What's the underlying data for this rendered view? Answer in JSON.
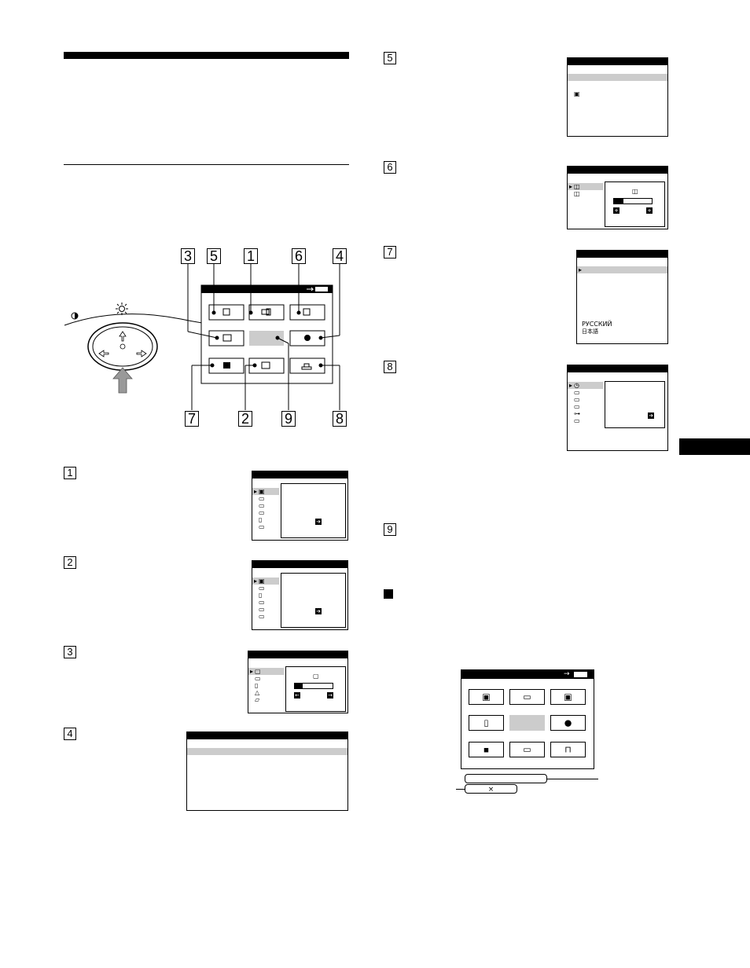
{
  "header": {
    "rule_color": "#000000"
  },
  "callouts": {
    "n1": "1",
    "n2": "2",
    "n3": "3",
    "n4": "4",
    "n5": "5",
    "n6": "6",
    "n7": "7",
    "n8": "8",
    "n9": "9"
  },
  "osd": {
    "language_menu": {
      "line1": "РУССКИЙ",
      "line2": "日本語"
    },
    "reset_box": {
      "close_symbol": "×"
    }
  },
  "icons": {
    "brightness": "sun-icon",
    "contrast": "contrast-icon",
    "joystick": "joystick-icon",
    "help": "help-icon"
  },
  "colors": {
    "highlight": "#cccccc",
    "tab_block": "#000000"
  }
}
